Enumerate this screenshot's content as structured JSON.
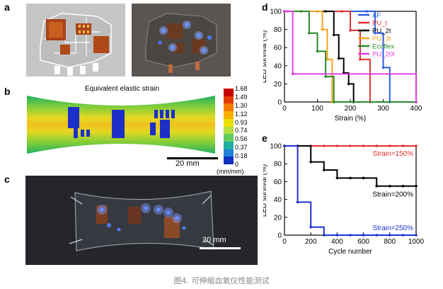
{
  "panels": {
    "a": {
      "letter": "a"
    },
    "b": {
      "letter": "b",
      "title": "Equivalent elastic strain",
      "scalebar": "20 mm",
      "colorbar": {
        "ticks": [
          "1.68",
          "1.49",
          "1.30",
          "1.12",
          "0.93",
          "0.74",
          "0.56",
          "0.37",
          "0.18",
          "0"
        ],
        "unit": "(mm/mm)",
        "colors": [
          "#c40000",
          "#e23a00",
          "#f27a00",
          "#f8b000",
          "#e8e000",
          "#b4e040",
          "#60cc60",
          "#20b0a0",
          "#2080d8",
          "#1030c0"
        ]
      }
    },
    "c": {
      "letter": "c",
      "scalebar": "20 mm"
    },
    "d": {
      "letter": "d"
    },
    "e": {
      "letter": "e"
    }
  },
  "caption": "图4. 可伸缩血氧仪性能测试",
  "chart_data": [
    {
      "type": "line",
      "panel": "d",
      "xlabel": "Strain (%)",
      "ylabel": "LED survival (%)",
      "xlim": [
        0,
        400
      ],
      "ylim": [
        0,
        100
      ],
      "xticks": [
        "0",
        "100",
        "200",
        "300",
        "400"
      ],
      "yticks": [
        "0",
        "20",
        "40",
        "60",
        "80",
        "100"
      ],
      "legend_position": "top-right",
      "series": [
        {
          "name": "AF",
          "color": "#2b5ce6",
          "x": [
            0,
            250,
            275,
            300,
            320,
            400
          ],
          "y": [
            100,
            100,
            76,
            38,
            0,
            0
          ]
        },
        {
          "name": "PU_t",
          "color": "#e03030",
          "x": [
            0,
            175,
            200,
            230,
            260,
            400
          ],
          "y": [
            100,
            100,
            79,
            47,
            0,
            0
          ]
        },
        {
          "name": "PU_2t",
          "color": "#000000",
          "x": [
            0,
            125,
            150,
            165,
            180,
            195,
            210,
            400
          ],
          "y": [
            100,
            100,
            74,
            48,
            32,
            20,
            0,
            0
          ]
        },
        {
          "name": "PU_3t",
          "color": "#f5a020",
          "x": [
            0,
            100,
            115,
            130,
            145,
            400
          ],
          "y": [
            100,
            100,
            80,
            47,
            0,
            0
          ]
        },
        {
          "name": "Ecoflex",
          "color": "#2a8a2a",
          "x": [
            0,
            50,
            75,
            100,
            125,
            150,
            400
          ],
          "y": [
            100,
            100,
            76,
            56,
            28,
            0,
            0
          ]
        },
        {
          "name": "PU_20t",
          "color": "#e040e0",
          "x": [
            0,
            10,
            25,
            400
          ],
          "y": [
            100,
            100,
            31,
            0
          ]
        }
      ]
    },
    {
      "type": "line",
      "panel": "e",
      "xlabel": "Cycle number",
      "ylabel": "LED survival (%)",
      "xlim": [
        0,
        1000
      ],
      "ylim": [
        0,
        100
      ],
      "xticks": [
        "0",
        "200",
        "400",
        "600",
        "800",
        "1000"
      ],
      "yticks": [
        "0",
        "20",
        "40",
        "60",
        "80",
        "100"
      ],
      "series": [
        {
          "name": "Strain=150%",
          "color": "#e03030",
          "x": [
            0,
            100,
            200,
            300,
            400,
            500,
            600,
            700,
            800,
            900,
            1000
          ],
          "y": [
            100,
            100,
            100,
            100,
            100,
            100,
            100,
            100,
            100,
            100,
            100
          ]
        },
        {
          "name": "Strain=200%",
          "color": "#000000",
          "x": [
            0,
            100,
            200,
            300,
            400,
            500,
            600,
            700,
            800,
            900,
            1000
          ],
          "y": [
            100,
            100,
            82,
            73,
            64,
            64,
            64,
            55,
            55,
            55,
            55
          ]
        },
        {
          "name": "Strain=250%",
          "color": "#2030d0",
          "x": [
            0,
            100,
            200,
            300,
            400,
            500,
            600,
            700,
            800,
            900,
            1000
          ],
          "y": [
            100,
            37,
            9,
            0,
            0,
            0,
            0,
            0,
            0,
            0,
            0
          ]
        }
      ]
    }
  ]
}
